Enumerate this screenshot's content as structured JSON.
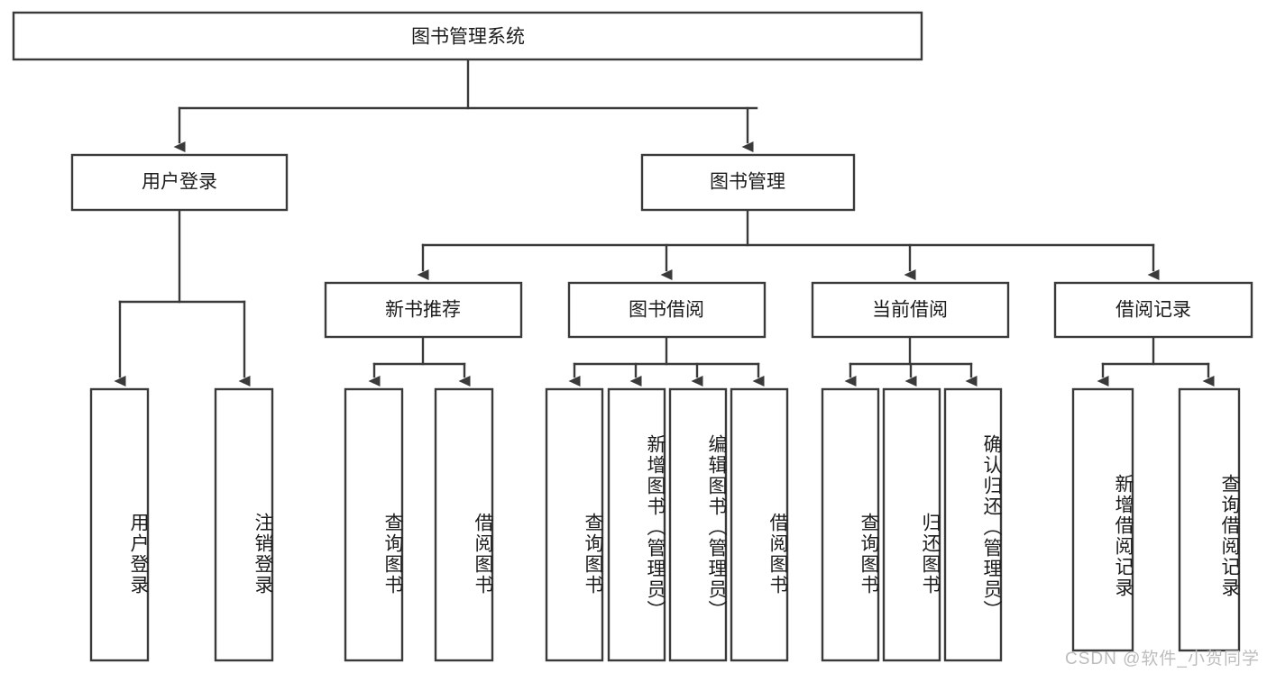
{
  "diagram": {
    "title": "图书管理系统",
    "type": "tree",
    "root": {
      "label": "图书管理系统"
    },
    "level2": [
      {
        "label": "用户登录"
      },
      {
        "label": "图书管理"
      }
    ],
    "level3": [
      {
        "label": "新书推荐"
      },
      {
        "label": "图书借阅"
      },
      {
        "label": "当前借阅"
      },
      {
        "label": "借阅记录"
      }
    ],
    "leaves": {
      "user_login": [
        {
          "label": "用户登录"
        },
        {
          "label": "注销登录"
        }
      ],
      "new_book": [
        {
          "label": "查询图书"
        },
        {
          "label": "借阅图书"
        }
      ],
      "borrow": [
        {
          "label": "查询图书"
        },
        {
          "label": "新增图书（管理员）"
        },
        {
          "label": "编辑图书（管理员）"
        },
        {
          "label": "借阅图书"
        }
      ],
      "current": [
        {
          "label": "查询图书"
        },
        {
          "label": "归还图书"
        },
        {
          "label": "确认归还（管理员）"
        }
      ],
      "records": [
        {
          "label": "新增借阅记录"
        },
        {
          "label": "查询借阅记录"
        }
      ]
    }
  },
  "watermark": {
    "text": "CSDN @软件_小贺同学"
  },
  "colors": {
    "stroke": "#3a3a3a",
    "fill": "#ffffff",
    "text": "#1c1c1c",
    "watermark": "#bdbdbd"
  }
}
